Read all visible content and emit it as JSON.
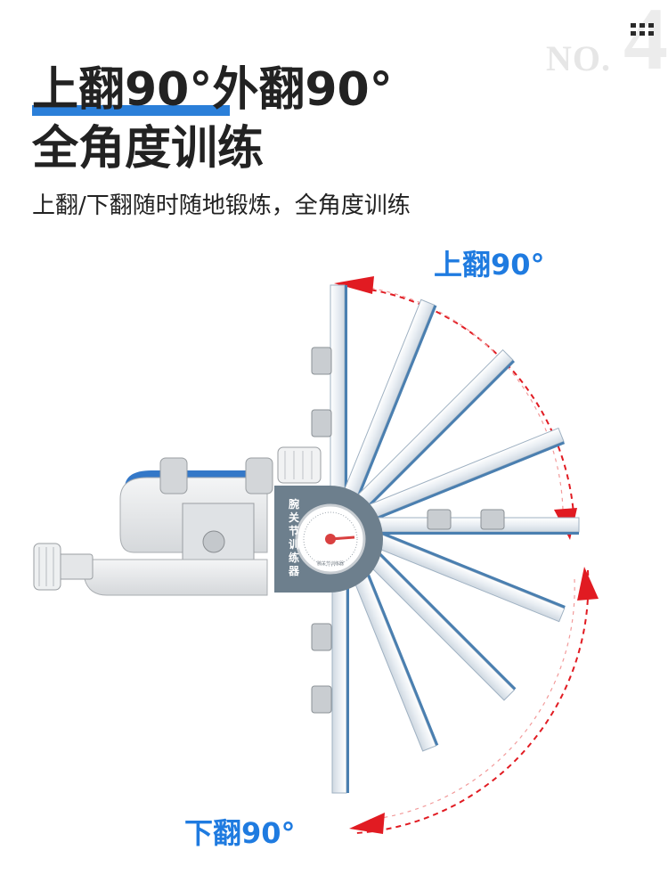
{
  "badge": {
    "no": "NO.",
    "num": "4"
  },
  "title": {
    "line1": "上翻90°外翻90°",
    "line2": "全角度训练"
  },
  "subtitle": "上翻/下翻随时随地锻炼，全角度训练",
  "labels": {
    "up": "上翻90°",
    "down": "下翻90°"
  },
  "device": {
    "name_chars": [
      "腕",
      "关",
      "节",
      "训",
      "练",
      "器"
    ],
    "gauge_text": "腕关节训练器"
  },
  "colors": {
    "accent_blue": "#1f7be0",
    "arrow_red": "#e11b22",
    "body_gray": "#6d7f8d"
  }
}
